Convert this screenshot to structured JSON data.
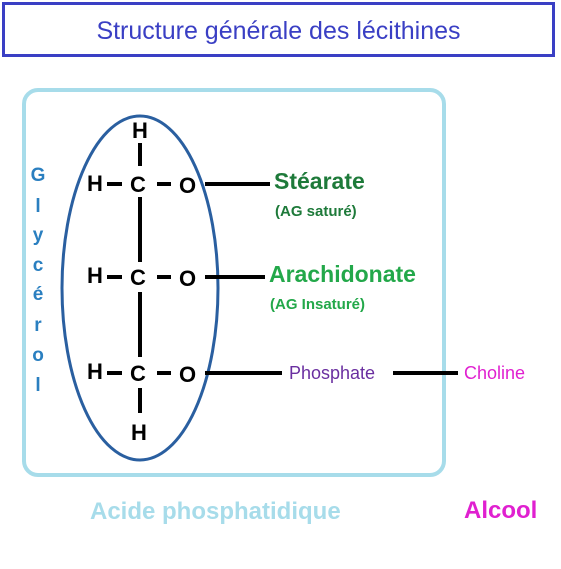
{
  "title": "Structure générale des lécithines",
  "glycerol_letters": [
    "G",
    "l",
    "y",
    "c",
    "é",
    "r",
    "o",
    "l"
  ],
  "atoms": {
    "h_top": "H",
    "h_bottom": "H",
    "row1": {
      "h": "H",
      "c": "C",
      "o": "O"
    },
    "row2": {
      "h": "H",
      "c": "C",
      "o": "O"
    },
    "row3": {
      "h": "H",
      "c": "C",
      "o": "O"
    }
  },
  "substituents": {
    "stearate": "Stéarate",
    "stearate_note": "(AG saturé)",
    "arachidonate": "Arachidonate",
    "arachidonate_note": "(AG Insaturé)",
    "phosphate": "Phosphate",
    "choline": "Choline"
  },
  "bottom_labels": {
    "acide": "Acide phosphatidique",
    "alcool": "Alcool"
  },
  "colors": {
    "title": "#3a3fc4",
    "frame": "#a7dcea",
    "ellipse": "#2a5fa0",
    "glycerol": "#2a7fc0",
    "stearate": "#1e7a3a",
    "arachidonate": "#23a84a",
    "phosphate": "#6a2fa0",
    "choline": "#e020d0",
    "acide": "#a7dcea",
    "alcool": "#e020d0"
  }
}
